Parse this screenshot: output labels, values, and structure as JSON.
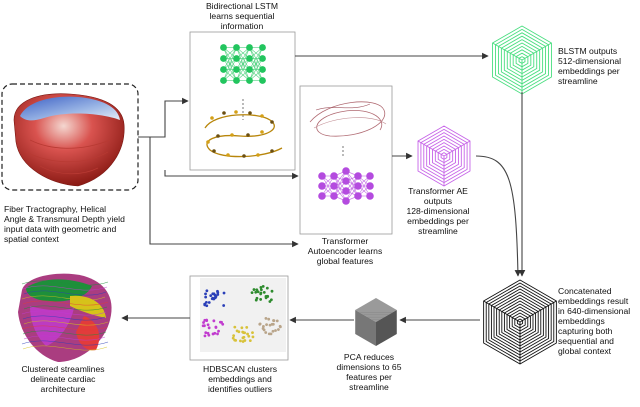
{
  "labels": {
    "input": "Fiber Tractography,  Helical\nAngle & Transmural Depth yield\ninput data with geometric and\nspatial context",
    "blstm_title": "Bidirectional LSTM\nlearns sequential\ninformation",
    "blstm_out": "BLSTM outputs\n512-dimensional\nembeddings per\nstreamline",
    "transformer_title": "Transformer\nAutoencoder learns\nglobal features",
    "transformer_out": "Transformer AE\noutputs\n128-dimensional\nembeddings per\nstreamline",
    "concat": "Concatenated\nembeddings result\nin 640-dimensional\nembeddings\ncapturing both\nsequential and\nglobal context",
    "pca": "PCA reduces\ndimensions to 65\nfeatures per\nstreamline",
    "hdbscan": "HDBSCAN clusters\nembeddings and\nidentifies outliers",
    "clustered": "Clustered streamlines\ndelineate cardiac\narchitecture"
  },
  "colors": {
    "blstm_green": "#22c55e",
    "blstm_cube": "#4ade80",
    "transformer_purple": "#b44bdf",
    "transformer_cube": "#c765e8",
    "concat_cube": "#111111",
    "pca_cube": "#7a7a7a",
    "arrow": "#444444"
  },
  "icons": [
    "heart-tractography-icon",
    "scatter-plot-icon",
    "clustered-heart-icon"
  ]
}
